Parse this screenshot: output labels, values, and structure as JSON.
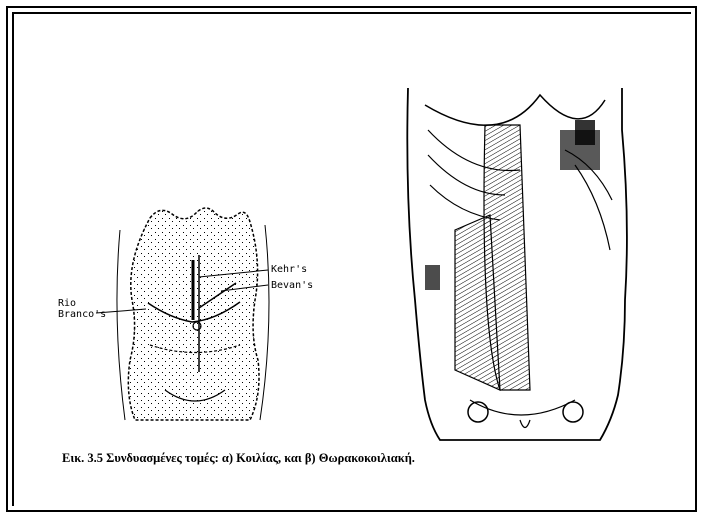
{
  "figure": {
    "labels": {
      "kehr": "Kehr's",
      "bevan": "Bevan's",
      "rio": "Rio",
      "branco": "Branco's"
    },
    "caption": "Εικ. 3.5 Συνδυασμένες τομές: α) Κοιλίας, και β) Θωρακοκοιλιακή."
  },
  "colors": {
    "ink": "#000000",
    "background": "#ffffff"
  }
}
